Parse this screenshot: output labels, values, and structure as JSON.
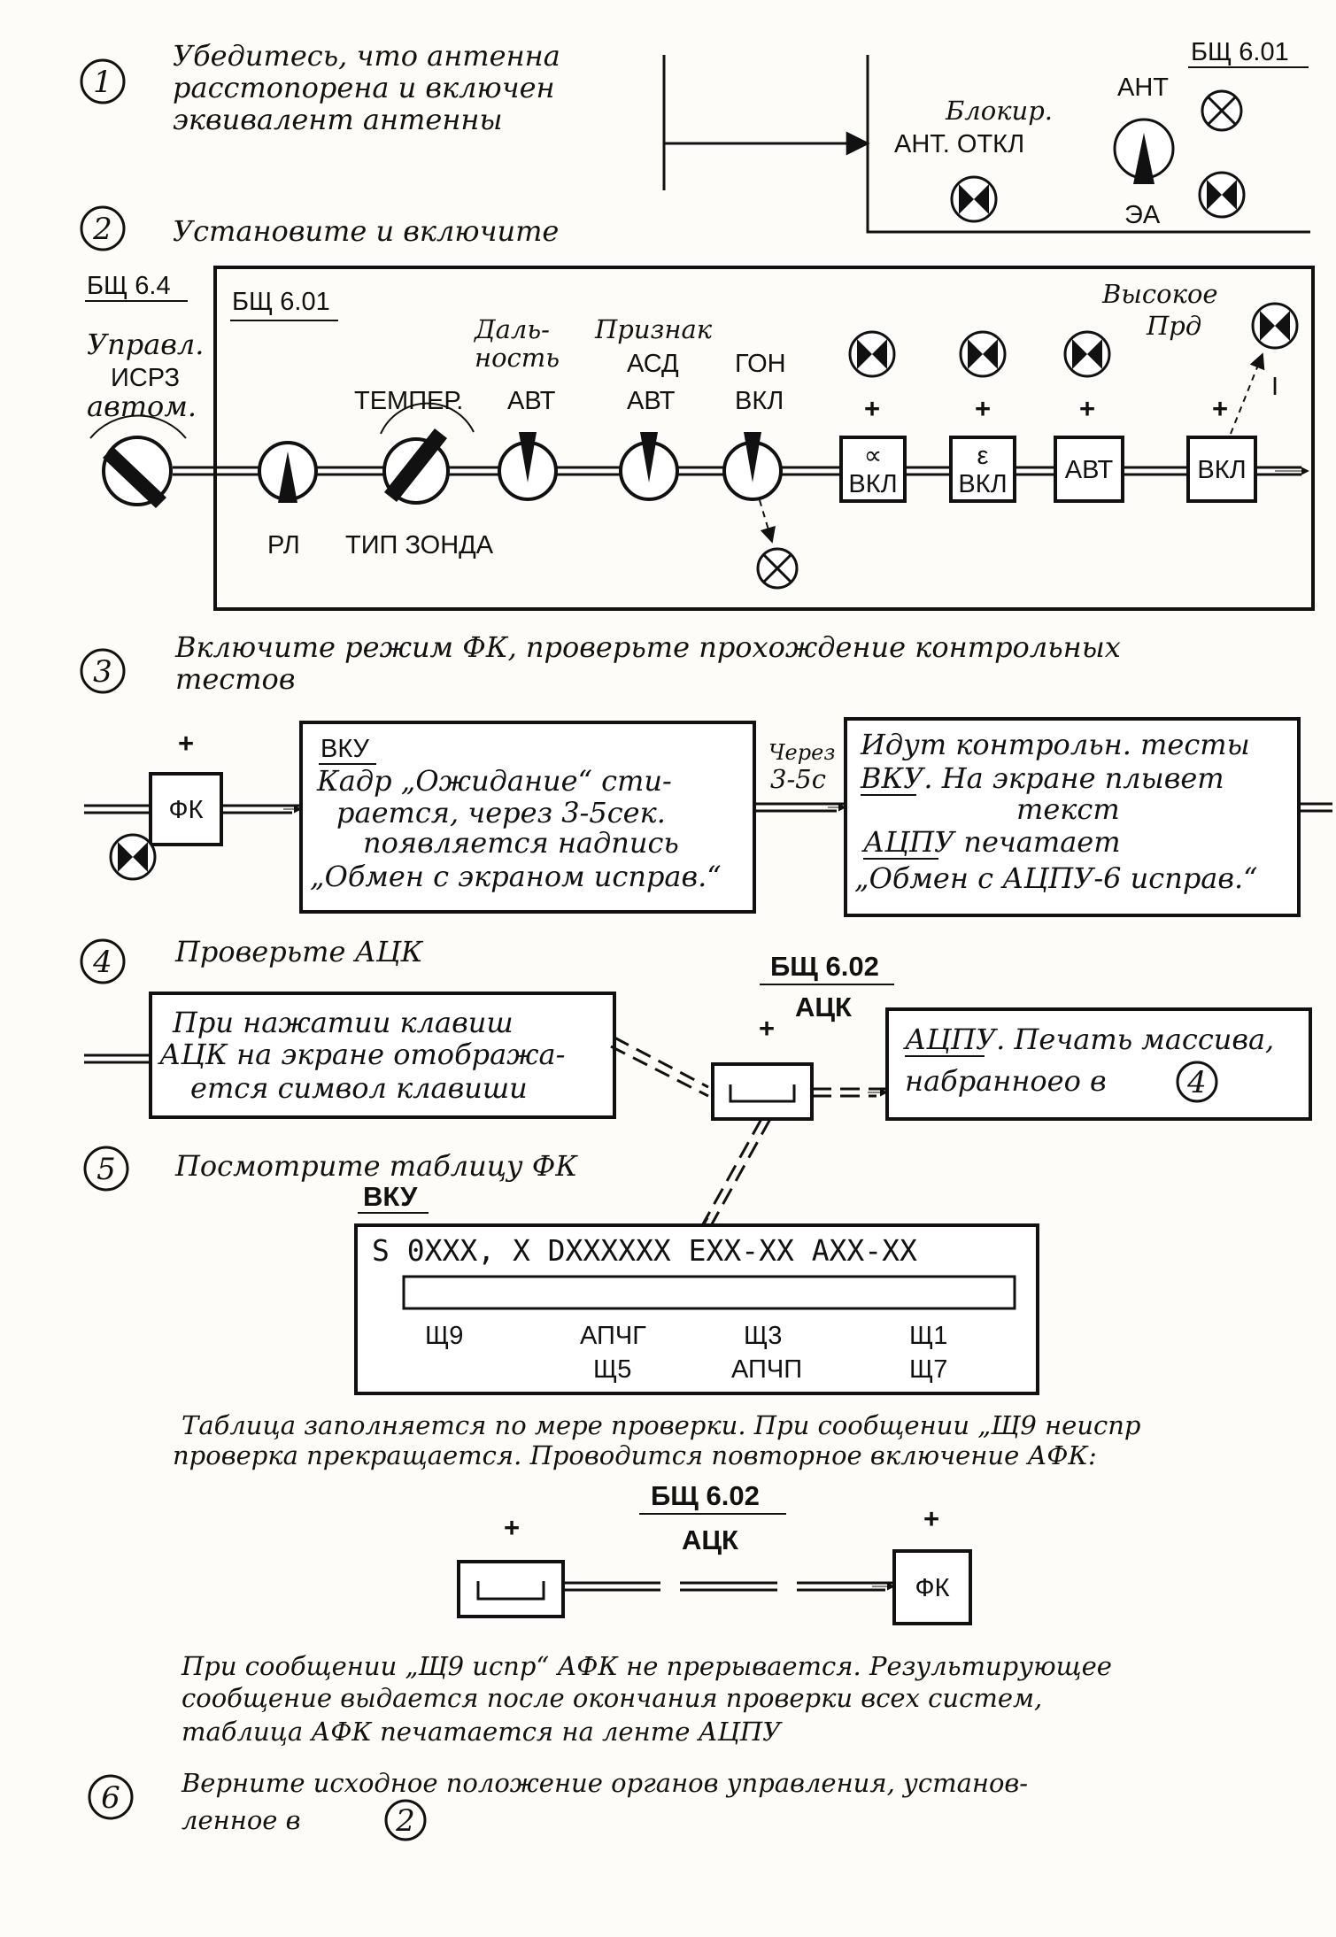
{
  "steps": [
    {
      "num": "1",
      "lines": [
        "Убедитесь, что антенна",
        "расстопорена и включен",
        "эквивалент антенны"
      ]
    },
    {
      "num": "2",
      "lines": [
        "Установите и включите"
      ]
    },
    {
      "num": "3",
      "lines": [
        "Включите режим ФК, проверьте прохождение контрольных",
        "тестов"
      ]
    },
    {
      "num": "4",
      "lines": [
        "Проверьте АЦК"
      ]
    },
    {
      "num": "5",
      "lines": [
        "Посмотрите таблицу ФК"
      ]
    },
    {
      "num": "6",
      "lines": [
        "Верните исходное положение органов управления, установ-",
        "ленное в"
      ],
      "ref": "2"
    }
  ],
  "panel1": {
    "id": "БЩ 6.01",
    "block_label": [
      "Блокир.",
      "АНТ. ОТКЛ"
    ],
    "knob_top": "АНТ",
    "knob_bottom": "ЭА"
  },
  "panel2": {
    "left_id": "БЩ 6.4",
    "left_label": [
      "Управл.",
      "ИСРЗ",
      "автом."
    ],
    "id": "БЩ 6.01",
    "knob_rl": "РЛ",
    "knob_temper_top": "ТЕМПЕР.",
    "knob_temper_bottom": "ТИП ЗОНДА",
    "dist_label": [
      "Даль-",
      "ность"
    ],
    "dist_value": "АВТ",
    "asd_label": [
      "Признак",
      "АСД"
    ],
    "asd_value": "АВТ",
    "gon_label": "ГОН",
    "gon_value": "ВКЛ",
    "btn_alpha": [
      "∝",
      "ВКЛ"
    ],
    "btn_eps": [
      "ε",
      "ВКЛ"
    ],
    "btn_avt": "АВТ",
    "btn_vkl": "ВКЛ",
    "high_label": [
      "Высокое",
      "Прд"
    ],
    "roman": "I"
  },
  "step3": {
    "fk": "ФК",
    "box1_title": "ВКУ",
    "box1_lines": [
      "Кадр „Ожидание“ сти-",
      "рается, через 3-5сек.",
      "появляется надпись",
      "„Обмен с экраном исправ.“"
    ],
    "via": [
      "Через",
      "3-5с"
    ],
    "box2_lines": [
      "Идут контрольн. тесты",
      "ВКУ. На экране плывет",
      "текст",
      "АЦПУ печатает",
      "„Обмен с АЦПУ-6 исправ.“"
    ]
  },
  "step4": {
    "box_lines": [
      "При нажатии клавиш",
      "АЦК на экране отобража-",
      "ется символ клавиши"
    ],
    "panel_id": "БЩ 6.02",
    "panel_name": "АЦК",
    "out_lines": [
      "АЦПУ. Печать массива,",
      "набранноео в"
    ],
    "out_ref": "4"
  },
  "step5": {
    "screen_title": "ВКУ",
    "row": "S 0XXX, X DXXXXXX EXX-XX AXX-XX",
    "labels_top": [
      "Щ9",
      "АПЧГ",
      "Щ3",
      "Щ1"
    ],
    "labels_bottom": [
      "Щ5",
      "АПЧП",
      "Щ7"
    ],
    "note_lines": [
      "Таблица заполняется по мере проверки. При сообщении „Щ9 неиспр",
      "проверка прекращается. Проводится повторное включение АФК:"
    ],
    "panel_id": "БЩ 6.02",
    "panel_name": "АЦК",
    "fk": "ФК",
    "after_lines": [
      "При сообщении „Щ9 испр“ АФК не прерывается. Результирующее",
      "сообщение выдается после окончания проверки всех систем,",
      "таблица АФК печатается на ленте АЦПУ"
    ]
  }
}
